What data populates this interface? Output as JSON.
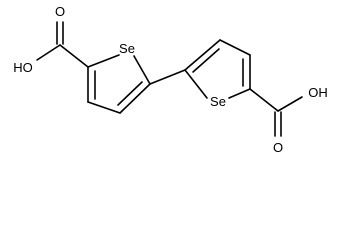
{
  "molecule": {
    "labels": {
      "se_left": "Se",
      "se_right": "Se",
      "oh_left": "HO",
      "o_left": "O",
      "oh_right": "OH",
      "o_right": "O"
    }
  },
  "colors": {
    "bond": "#000000",
    "background": "#ffffff"
  }
}
